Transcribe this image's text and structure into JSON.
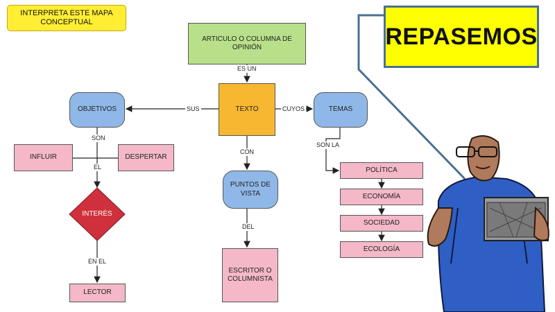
{
  "header": {
    "instruction": "INTERPRETA ESTE MAPA CONCEPTUAL",
    "badge": "REPASEMOS"
  },
  "nodes": {
    "articulo": "ARTICULO O COLUMNA DE OPINIÓN",
    "texto": "TEXTO",
    "objetivos": "OBJETIVOS",
    "temas": "TEMAS",
    "influir": "INFLUIR",
    "despertar": "DESPERTAR",
    "interes": "INTERÉS",
    "lector": "LECTOR",
    "puntos": "PUNTOS DE VISTA",
    "escritor": "ESCRITOR O COLUMNISTA",
    "politica": "POLÍTICA",
    "economia": "ECONOMÍA",
    "sociedad": "SOCIEDAD",
    "ecologia": "ECOLOGÍA"
  },
  "connectors": {
    "es_un": "ES UN",
    "sus": "SUS",
    "cuyos": "CUYOS",
    "son": "SON",
    "el": "EL",
    "en_el": "EN EL",
    "con": "CON",
    "del": "DEL",
    "son_la": "SON LA"
  },
  "colors": {
    "green": "#b8e08a",
    "orange": "#f7b731",
    "blue": "#8fb8e8",
    "pink": "#f4b8c8",
    "red": "#d0303c",
    "yellow": "#ffff00"
  }
}
